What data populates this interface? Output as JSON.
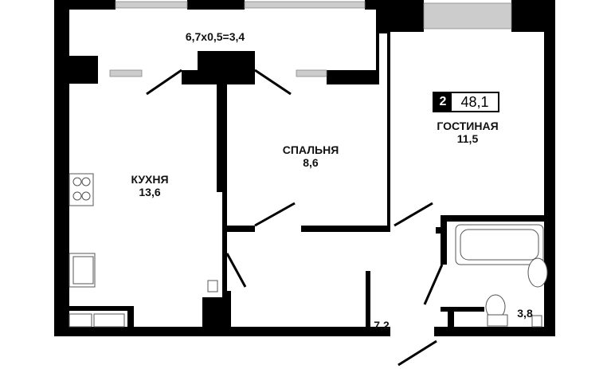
{
  "plan": {
    "rooms_count": "2",
    "total_area": "48,1",
    "balcony": {
      "label": "6,7x0,5=3,4"
    },
    "kitchen": {
      "name": "КУХНЯ",
      "area": "13,6"
    },
    "bedroom": {
      "name": "СПАЛЬНЯ",
      "area": "8,6"
    },
    "living": {
      "name": "ГОСТИНАЯ",
      "area": "11,5"
    },
    "hall": {
      "area": "7,2"
    },
    "bathroom": {
      "area": "3,8"
    }
  },
  "colors": {
    "wall": "#000000",
    "window": "#bbbbbb"
  }
}
